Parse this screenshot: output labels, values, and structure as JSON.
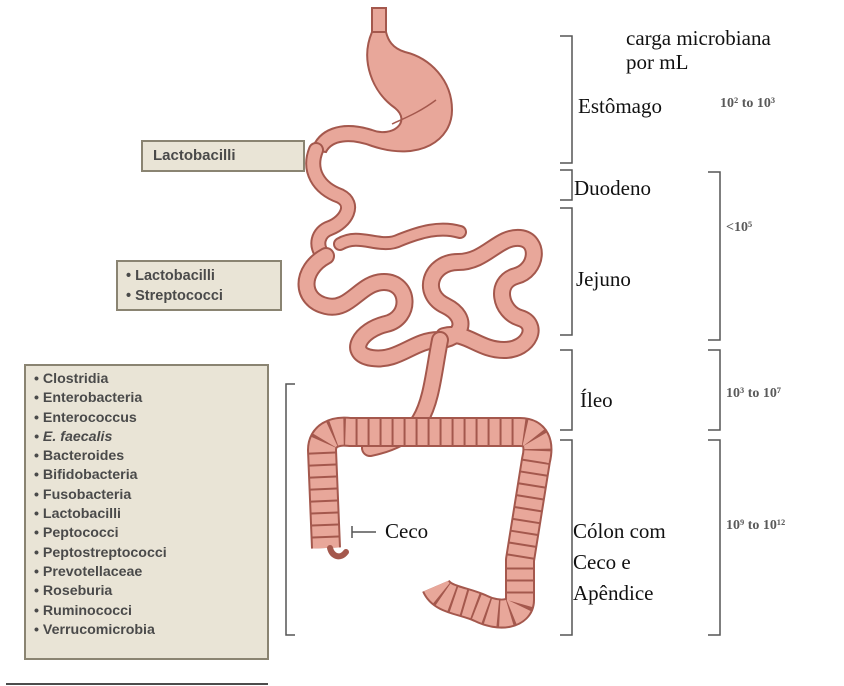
{
  "header": {
    "line1": "carga microbiana",
    "line2": "por mL"
  },
  "regions": {
    "stomach": "Estômago",
    "duodenum": "Duodeno",
    "jejunum": "Jejuno",
    "ileum": "Íleo",
    "colon_line1": "Cólon com",
    "colon_line2": "Ceco e",
    "colon_line3": "Apêndice",
    "cecum": "Ceco"
  },
  "loads": {
    "stomach": "10² to 10³",
    "duodenum_jejunum": "<10⁵",
    "ileum": "10³ to 10⁷",
    "colon": "10⁹ to 10¹²"
  },
  "bacteria": {
    "stomach": [
      "Lactobacilli"
    ],
    "small_intestine": [
      "Lactobacilli",
      "Streptococci"
    ],
    "colon": [
      "Clostridia",
      "Enterobacteria",
      "Enterococcus",
      "E. faecalis",
      "Bacteroides",
      "Bifidobacteria",
      "Fusobacteria",
      "Lactobacilli",
      "Peptococci",
      "Peptostreptococci",
      "Prevotellaceae",
      "Roseburia",
      "Ruminococci",
      "Verrucomicrobia"
    ]
  },
  "colors": {
    "organ_fill": "#e8a79a",
    "organ_stroke": "#a4584d",
    "box_fill": "#e9e4d6",
    "box_border": "#8a8472"
  }
}
